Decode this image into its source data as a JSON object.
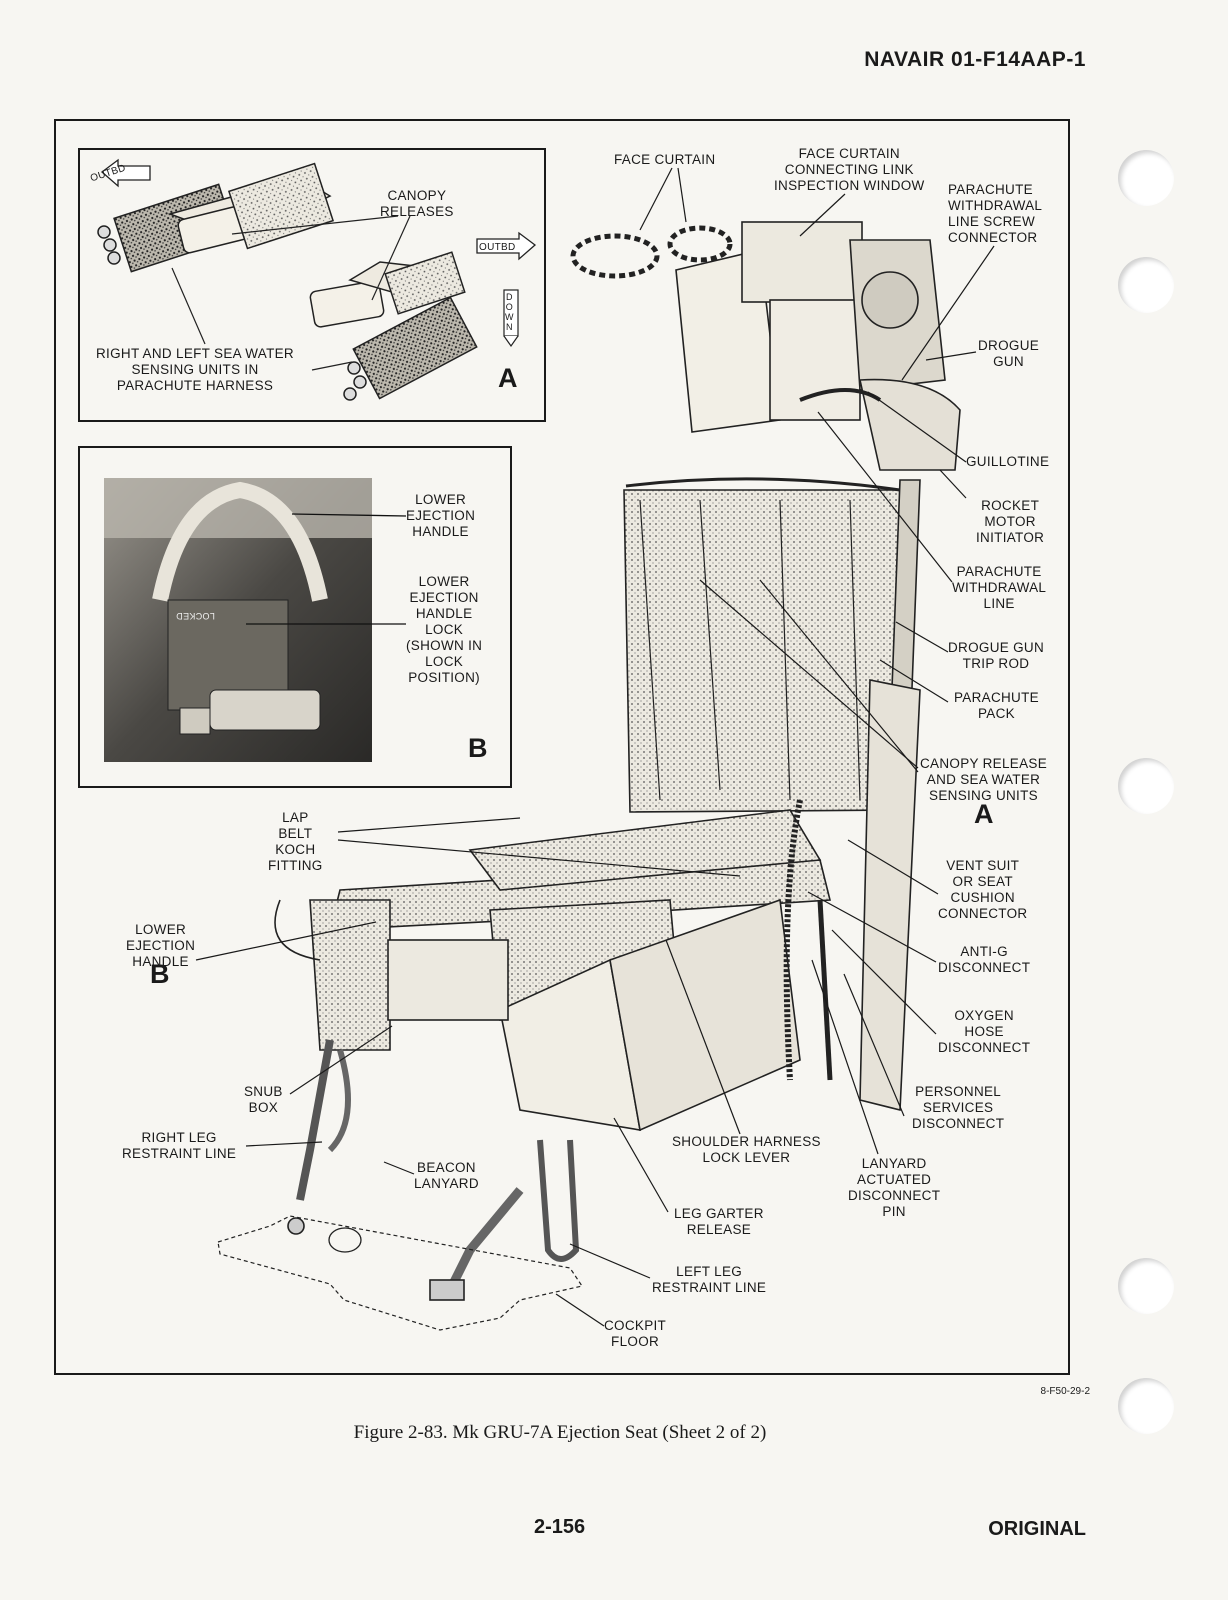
{
  "header": {
    "doc_id": "NAVAIR 01-F14AAP-1"
  },
  "figure": {
    "caption": "Figure 2-83.  Mk GRU-7A Ejection Seat (Sheet 2 of 2)",
    "ref_code": "8-F50-29-2"
  },
  "footer": {
    "page_number": "2-156",
    "status": "ORIGINAL"
  },
  "insetA": {
    "letter": "A",
    "outbd_tag": "OUTBD",
    "down_tag": "D\nO\nW\nN",
    "canopy_releases": "CANOPY\nRELEASES",
    "sensing_units": "RIGHT AND LEFT SEA WATER\nSENSING UNITS IN\nPARACHUTE HARNESS"
  },
  "insetB": {
    "letter": "B",
    "lower_ejection_handle": "LOWER\nEJECTION\nHANDLE",
    "handle_lock": "LOWER\nEJECTION\nHANDLE\nLOCK\n(SHOWN IN\nLOCK\nPOSITION)",
    "locked_text": "LOCKED"
  },
  "callouts": {
    "face_curtain": "FACE CURTAIN",
    "face_curtain_link": "FACE CURTAIN\nCONNECTING LINK\nINSPECTION WINDOW",
    "parachute_withdrawal_screw": "PARACHUTE\nWITHDRAWAL\nLINE SCREW\nCONNECTOR",
    "drogue_gun": "DROGUE\nGUN",
    "guillotine": "GUILLOTINE",
    "rocket_motor_initiator": "ROCKET\nMOTOR\nINITIATOR",
    "parachute_withdrawal_line": "PARACHUTE\nWITHDRAWAL\nLINE",
    "drogue_gun_trip_rod": "DROGUE GUN\nTRIP ROD",
    "parachute_pack": "PARACHUTE\nPACK",
    "canopy_release_units": "CANOPY RELEASE\nAND SEA WATER\nSENSING UNITS",
    "canopy_release_ref": "A",
    "lap_belt": "LAP\nBELT\nKOCH\nFITTING",
    "vent_suit": "VENT SUIT\nOR SEAT\nCUSHION\nCONNECTOR",
    "lower_ejection_handle": "LOWER\nEJECTION\nHANDLE",
    "lower_ejection_ref": "B",
    "anti_g": "ANTI-G\nDISCONNECT",
    "oxygen_hose": "OXYGEN\nHOSE\nDISCONNECT",
    "snub_box": "SNUB\nBOX",
    "personnel_services": "PERSONNEL\nSERVICES\nDISCONNECT",
    "right_leg_line": "RIGHT LEG\nRESTRAINT LINE",
    "shoulder_harness": "SHOULDER HARNESS\nLOCK LEVER",
    "lanyard_pin": "LANYARD\nACTUATED\nDISCONNECT\nPIN",
    "beacon_lanyard": "BEACON\nLANYARD",
    "leg_garter": "LEG GARTER\nRELEASE",
    "left_leg_line": "LEFT LEG\nRESTRAINT LINE",
    "cockpit_floor": "COCKPIT\nFLOOR"
  }
}
